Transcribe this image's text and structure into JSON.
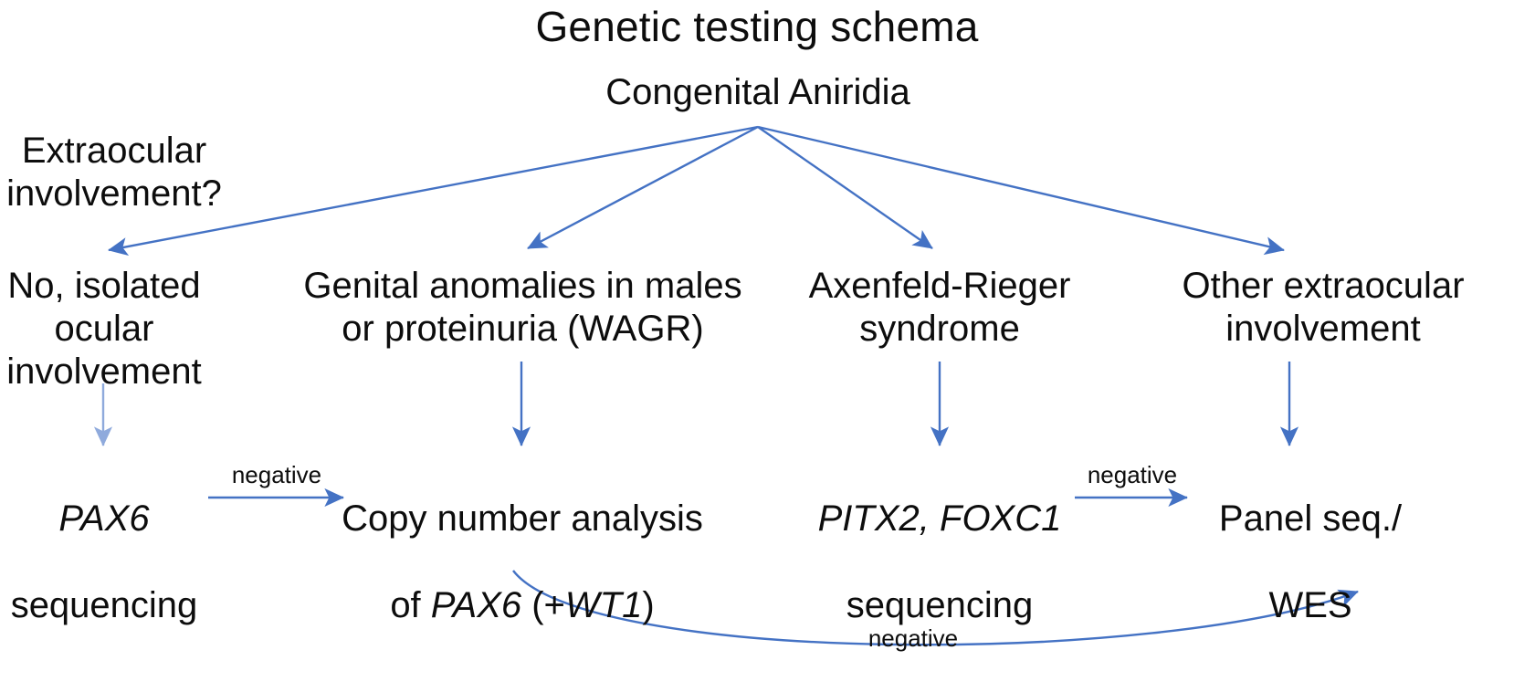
{
  "document": {
    "title": "Genetic testing schema",
    "type": "flowchart",
    "background_color": "#ffffff",
    "text_color": "#0d0d0d",
    "arrow_color": "#4472c4",
    "arrow_color_light": "#8faadc"
  },
  "root": {
    "label": "Congenital Aniridia"
  },
  "question": {
    "label": "Extraocular\ninvolvement?"
  },
  "branches": [
    {
      "id": "branch-isolated-ocular",
      "label": "No, isolated\nocular\ninvolvement"
    },
    {
      "id": "branch-wagr",
      "label": "Genital anomalies in males\nor proteinuria (WAGR)"
    },
    {
      "id": "branch-axenfeld-rieger",
      "label": "Axenfeld-Rieger\nsyndrome"
    },
    {
      "id": "branch-other-extraocular",
      "label": "Other extraocular\ninvolvement"
    }
  ],
  "tests": [
    {
      "id": "test-pax6-sequencing",
      "line1_italic": "PAX6",
      "line2": "sequencing"
    },
    {
      "id": "test-copy-number",
      "line1": "Copy number analysis",
      "line2_prefix": "of ",
      "line2_gene1": "PAX6",
      "line2_mid": " (+",
      "line2_gene2": "WT1",
      "line2_suffix": ")"
    },
    {
      "id": "test-pitx2-foxc1",
      "line1_italic": "PITX2, FOXC1",
      "line2": "sequencing"
    },
    {
      "id": "test-panel-wes",
      "line1": "Panel seq./",
      "line2": "WES"
    }
  ],
  "edge_labels": [
    {
      "id": "edge-label-negative-1",
      "text": "negative"
    },
    {
      "id": "edge-label-negative-2",
      "text": "negative"
    },
    {
      "id": "edge-label-negative-3",
      "text": "negative"
    }
  ]
}
